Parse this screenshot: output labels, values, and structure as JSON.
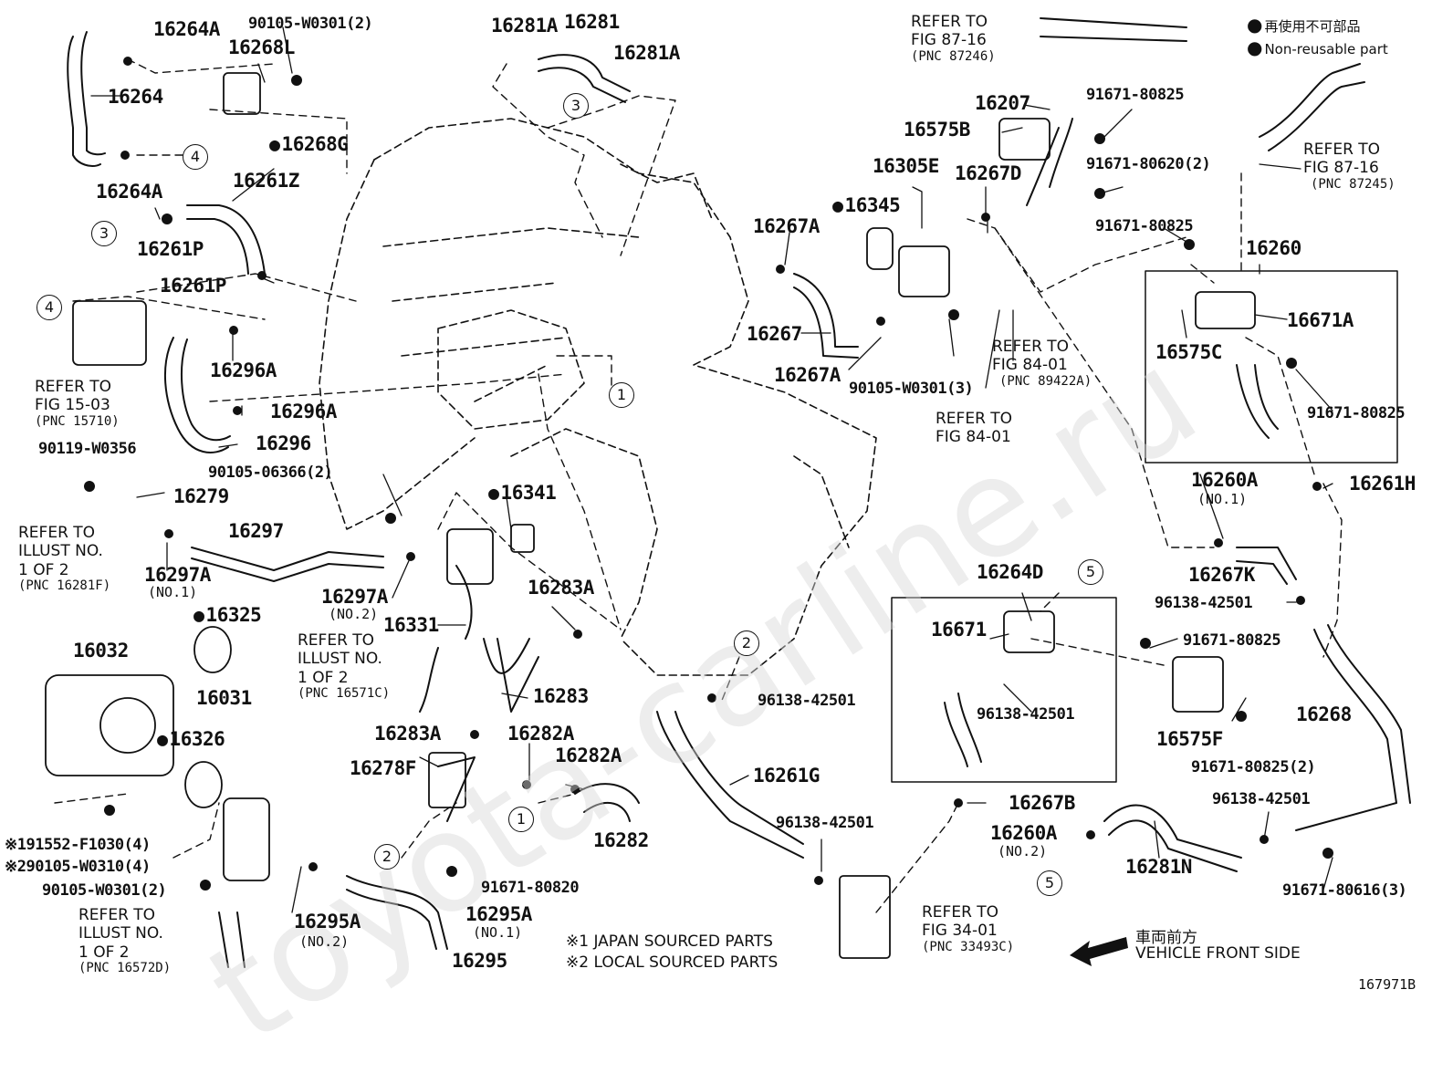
{
  "legend": {
    "reuse_jp": "再使用不可部品",
    "reuse_en": "Non-reusable part"
  },
  "watermark": "toyota-carline.ru",
  "figure_number": "167971B",
  "notes": {
    "japan": "※1 JAPAN SOURCED PARTS",
    "local": "※2 LOCAL SOURCED PARTS"
  },
  "front": {
    "jp": "車両前方",
    "en": "VEHICLE FRONT SIDE"
  },
  "parts": {
    "p16264A_top": "16264A",
    "p90105_W0301_2_top": "90105-W0301(2)",
    "p16268L": "16268L",
    "p16264": "16264",
    "p16268G": "16268G",
    "p16264A_bot": "16264A",
    "p16261Z": "16261Z",
    "p16261P_a": "16261P",
    "p16261P_b": "16261P",
    "p16281A_a": "16281A",
    "p16281": "16281",
    "p16281A_b": "16281A",
    "p16296A_a": "16296A",
    "p16296A_b": "16296A",
    "p16296": "16296",
    "p90119_W0356": "90119-W0356",
    "p90105_06366": "90105-06366(2)",
    "p16279": "16279",
    "p16297": "16297",
    "p16297A_1": "16297A",
    "p16297A_2": "16297A",
    "p16341": "16341",
    "p16331": "16331",
    "p16283A_a": "16283A",
    "p16283": "16283",
    "p16283A_b": "16283A",
    "p16282A_a": "16282A",
    "p16282A_b": "16282A",
    "p16278F": "16278F",
    "p16282": "16282",
    "p16325": "16325",
    "p16032": "16032",
    "p16031": "16031",
    "p16326": "16326",
    "p191552": "※191552-F1030(4)",
    "p290105": "※290105-W0310(4)",
    "p90105_W0301_2_bot": "90105-W0301(2)",
    "p16295A_2": "16295A",
    "p16295A_1": "16295A",
    "p91671_80820": "91671-80820",
    "p16295": "16295",
    "p16207": "16207",
    "p91671_80825_a": "91671-80825",
    "p16575B": "16575B",
    "p91671_80620": "91671-80620(2)",
    "p16305E": "16305E",
    "p16267D": "16267D",
    "p16345": "16345",
    "p91671_80825_b": "91671-80825",
    "p16267A_a": "16267A",
    "p16267": "16267",
    "p16267A_b": "16267A",
    "p90105_W0301_3": "90105-W0301(3)",
    "p16260": "16260",
    "p16671A": "16671A",
    "p16575C": "16575C",
    "p91671_80825_c": "91671-80825",
    "p16261H": "16261H",
    "p16260A_1": "16260A",
    "p16267K": "16267K",
    "p96138_42501_a": "96138-42501",
    "p16264D": "16264D",
    "p16671": "16671",
    "p96138_42501_b": "96138-42501",
    "p91671_80825_d": "91671-80825",
    "p16575F": "16575F",
    "p91671_80825_2": "91671-80825(2)",
    "p16268": "16268",
    "p96138_42501_c": "96138-42501",
    "p16261G": "16261G",
    "p96138_42501_d": "96138-42501",
    "p16267B": "16267B",
    "p16260A_2": "16260A",
    "p16281N": "16281N",
    "p96138_42501_e": "96138-42501",
    "p91671_80616": "91671-80616(3)"
  },
  "subs": {
    "no1_a": "(NO.1)",
    "no2_a": "(NO.2)",
    "no2_b": "(NO.2)",
    "no1_b": "(NO.1)",
    "no1_c": "(NO.1)",
    "no2_c": "(NO.2)"
  },
  "refs": {
    "r87_16_top": {
      "line1": "REFER TO",
      "line2": "FIG 87-16",
      "pnc": "(PNC 87246)"
    },
    "r87_16_right": {
      "line1": "REFER TO",
      "line2": "FIG 87-16",
      "pnc": "(PNC 87245)"
    },
    "r84_01_a": {
      "line1": "REFER TO",
      "line2": "FIG 84-01",
      "pnc": "(PNC 89422A)"
    },
    "r84_01_b": {
      "line1": "REFER TO",
      "line2": "FIG 84-01"
    },
    "r15_03": {
      "line1": "REFER TO",
      "line2": "FIG 15-03",
      "pnc": "(PNC 15710)"
    },
    "r_illust_a": {
      "line1": "REFER TO",
      "line2": "ILLUST NO.",
      "line3": "1 OF 2",
      "pnc": "(PNC 16281F)"
    },
    "r_illust_b": {
      "line1": "REFER TO",
      "line2": "ILLUST NO.",
      "line3": "1 OF 2",
      "pnc": "(PNC 16571C)"
    },
    "r_illust_c": {
      "line1": "REFER TO",
      "line2": "ILLUST NO.",
      "line3": "1 OF 2",
      "pnc": "(PNC 16572D)"
    },
    "r34_01": {
      "line1": "REFER TO",
      "line2": "FIG 34-01",
      "pnc": "(PNC 33493C)"
    }
  },
  "callouts": {
    "c3_top": "3",
    "c4_top": "4",
    "c3_left": "3",
    "c4_left": "4",
    "c1_mid": "1",
    "c2_mid": "2",
    "c1_low": "1",
    "c2_low": "2",
    "c5_top": "5",
    "c5_low": "5"
  }
}
